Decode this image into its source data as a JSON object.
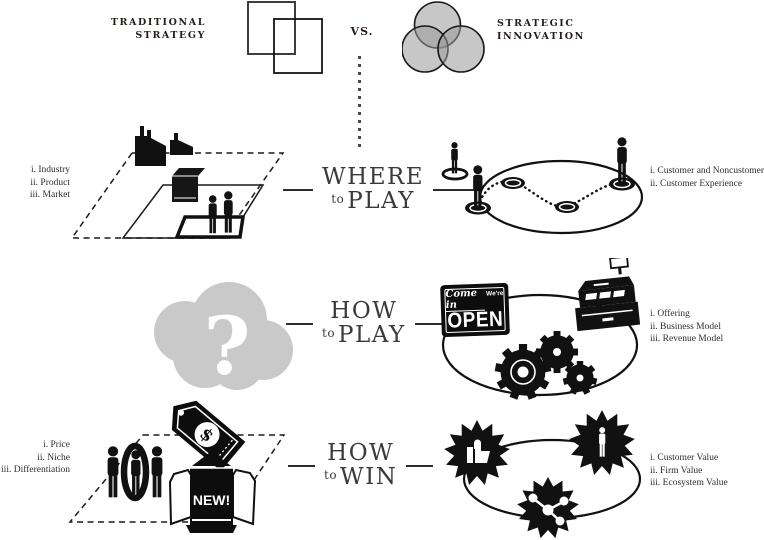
{
  "header": {
    "left_title": [
      "TRADITIONAL",
      "STRATEGY"
    ],
    "vs": "VS.",
    "right_title": [
      "STRATEGIC",
      "INNOVATION"
    ]
  },
  "rows": [
    {
      "center": {
        "line1": "WHERE",
        "to": "to",
        "line2": "PLAY"
      },
      "left_notes": [
        "i. Industry",
        "ii. Product",
        "iii. Market"
      ],
      "right_notes": [
        "i. Customer and Noncustomer",
        "ii. Customer Experience"
      ]
    },
    {
      "center": {
        "line1": "HOW",
        "to": "to",
        "line2": "PLAY"
      },
      "right_notes": [
        "i. Offering",
        "ii. Business Model",
        "iii. Revenue Model"
      ],
      "art": {
        "question_mark": "?",
        "sign_script": "Come in",
        "sign_small": "We're",
        "sign_open": "OPEN"
      }
    },
    {
      "center": {
        "line1": "HOW",
        "to": "to",
        "line2": "WIN"
      },
      "left_notes": [
        "i. Price",
        "ii. Niche",
        "iii. Differentiation"
      ],
      "right_notes": [
        "i. Customer Value",
        "ii. Firm Value",
        "iii. Ecosystem Value"
      ],
      "art": {
        "dollar": "$",
        "new_label": "NEW!"
      }
    }
  ],
  "icons": {
    "traditional": "overlapping-squares-icon",
    "innovation": "venn-diagram-icon",
    "row1_left": "factory-market-plane-icon",
    "row1_right": "customer-journey-ellipse-icon",
    "row2_left": "question-cloud-icon",
    "row2_right": "open-sign-register-gears-icon",
    "row3_left": "price-tag-niche-new-box-icon",
    "row3_right": "value-starbursts-icon"
  },
  "colors": {
    "ink": "#111111",
    "cloud_gray": "#c9c9c9",
    "venn_gray": "#c2c2c2",
    "note_text": "#2d2d2d",
    "center_text": "#3a3a3a"
  }
}
